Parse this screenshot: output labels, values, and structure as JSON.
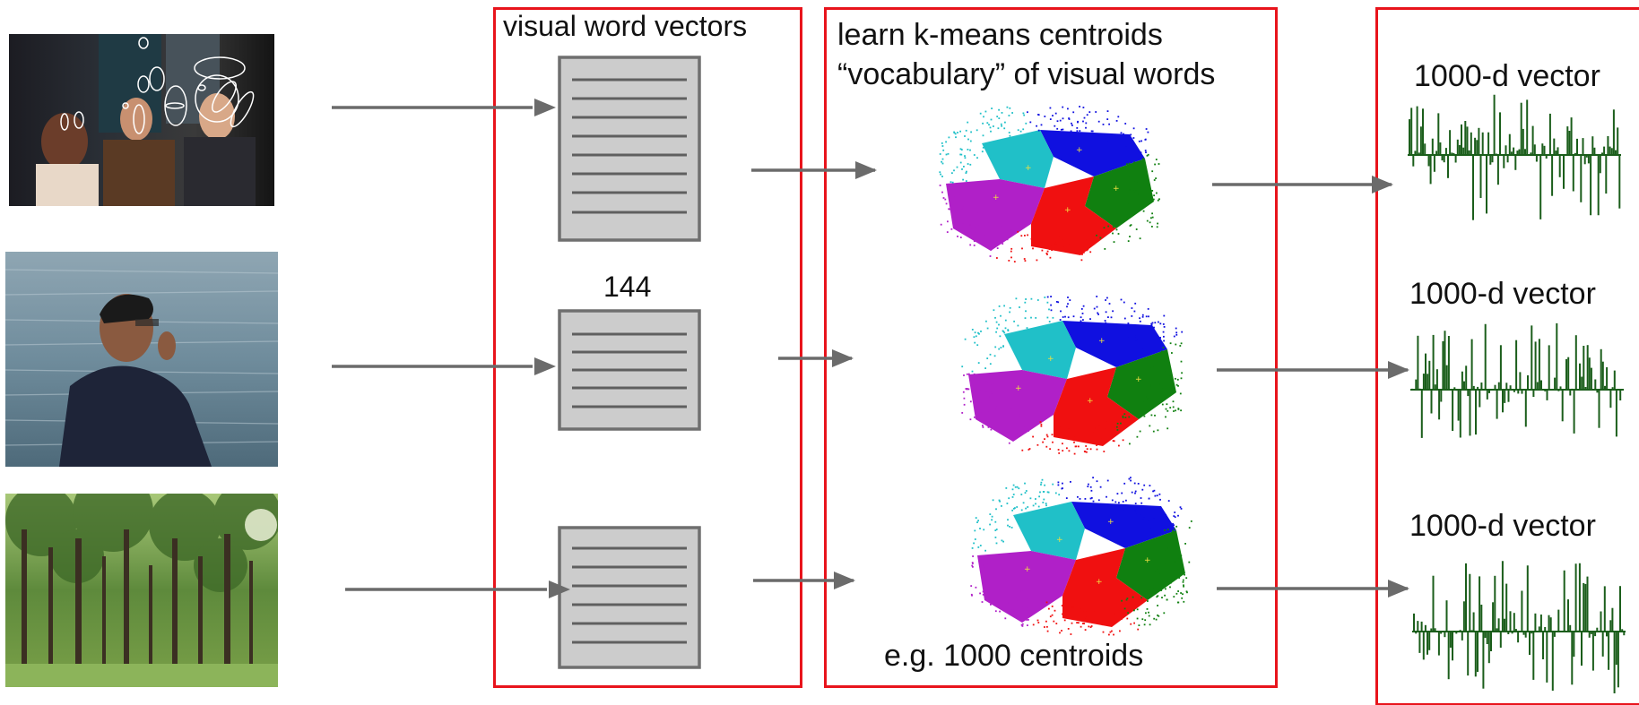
{
  "labels": {
    "visual_word_vectors": "visual word vectors",
    "count_144": "144",
    "learn_line1": "learn k-means centroids",
    "learn_line2": "“vocabulary” of visual words",
    "eg_centroids": "e.g. 1000 centroids",
    "vector_label_1": "1000-d vector",
    "vector_label_2": "1000-d vector",
    "vector_label_3": "1000-d vector"
  },
  "colors": {
    "panel_border": "#e8141c",
    "arrow": "#6b6b6b",
    "doc_fill": "#cccccc",
    "doc_stroke": "#6f6f6f",
    "histogram": "#1b5e1b",
    "cluster_blue": "#1010e0",
    "cluster_green": "#108010",
    "cluster_cyan": "#20c0c8",
    "cluster_magenta": "#b020c8",
    "cluster_red": "#f01010"
  },
  "photos": [
    {
      "subject": "three people talking, elliptical feature regions overlaid"
    },
    {
      "subject": "man on phone by the water"
    },
    {
      "subject": "forest of trees"
    }
  ]
}
